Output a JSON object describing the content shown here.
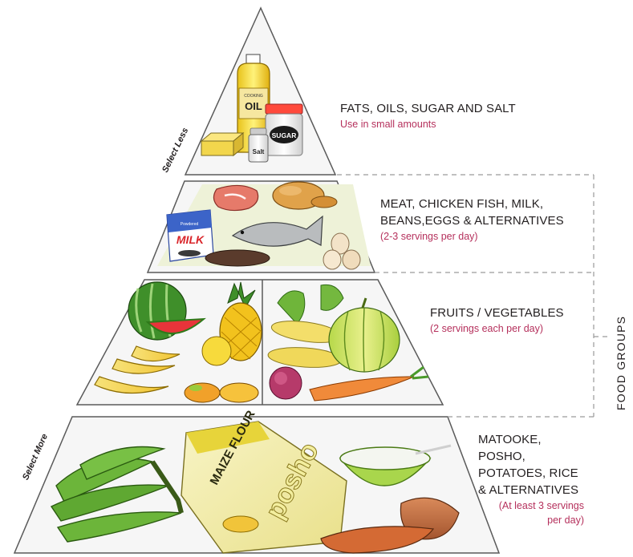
{
  "side_labels": {
    "top": "Select Less",
    "bottom": "Select More"
  },
  "vertical_title": "FOOD GROUPS",
  "tiers": [
    {
      "title_lines": [
        "FATS, OILS, SUGAR AND SALT"
      ],
      "sub_lines": [
        "Use in small amounts"
      ],
      "item_labels": {
        "oil": "OIL",
        "oil_small": "COOKING",
        "sugar": "SUGAR",
        "salt": "Salt"
      }
    },
    {
      "title_lines": [
        "MEAT, CHICKEN  FISH, MILK,",
        "BEANS,EGGS & ALTERNATIVES"
      ],
      "sub_lines": [
        "(2-3 servings per day)"
      ],
      "item_labels": {
        "milk": "MILK",
        "milk_small": "Powdered"
      }
    },
    {
      "title_lines": [
        "FRUITS / VEGETABLES"
      ],
      "sub_lines": [
        "(2  servings each per day)"
      ]
    },
    {
      "title_lines": [
        "MATOOKE, POSHO,",
        "POTATOES, RICE",
        "& ALTERNATIVES"
      ],
      "sub_lines": [
        "(At least 3 servings",
        "per day)"
      ],
      "sub_align": "right",
      "item_labels": {
        "flour_top": "MAIZE FLOUR",
        "flour_main": "posho"
      }
    }
  ],
  "colors": {
    "outline": "#5a5a5a",
    "tier_bg": "#f4f4f4",
    "meat_tier_bg": "#eef2d8",
    "subtitle": "#b5305c",
    "dashed": "#9a9a9a"
  }
}
